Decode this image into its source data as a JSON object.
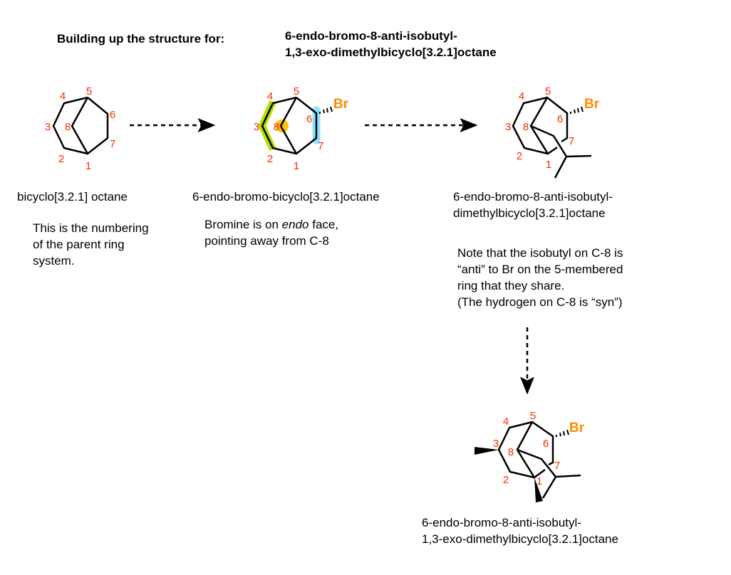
{
  "header": {
    "intro": "Building up the structure for:",
    "target_line1": "6-endo-bromo-8-anti-isobutyl-",
    "target_line2": "1,3-exo-dimethylbicyclo[3.2.1]octane"
  },
  "atom_labels": {
    "c1": "1",
    "c2": "2",
    "c3": "3",
    "c4": "4",
    "c5": "5",
    "c6": "6",
    "c7": "7",
    "c8": "8",
    "br": "Br"
  },
  "step1": {
    "name": "bicyclo[3.2.1] octane",
    "note": [
      "This is the numbering",
      "of the parent ring",
      "system."
    ]
  },
  "step2": {
    "name": "6-endo-bromo-bicyclo[3.2.1]octane",
    "note_pre": "Bromine is on ",
    "note_em": "endo",
    "note_post": " face,",
    "note_line2": "pointing away from C-8"
  },
  "step3": {
    "name_line1": "6-endo-bromo-8-anti-isobutyl-",
    "name_line2": "dimethylbicyclo[3.2.1]octane",
    "note": [
      "Note that the isobutyl on C-8 is",
      "“anti” to Br on the 5-membered",
      "ring that they share.",
      "(The hydrogen on C-8 is “syn”)"
    ]
  },
  "step4": {
    "name_line1": "6-endo-bromo-8-anti-isobutyl-",
    "name_line2": "1,3-exo-dimethylbicyclo[3.2.1]octane"
  },
  "colors": {
    "label": "#ff2a00",
    "bromine": "#ff8c00",
    "highlight_green": "#b5e000",
    "highlight_blue": "#8fe3ff",
    "highlight_orange": "#ffc000"
  }
}
